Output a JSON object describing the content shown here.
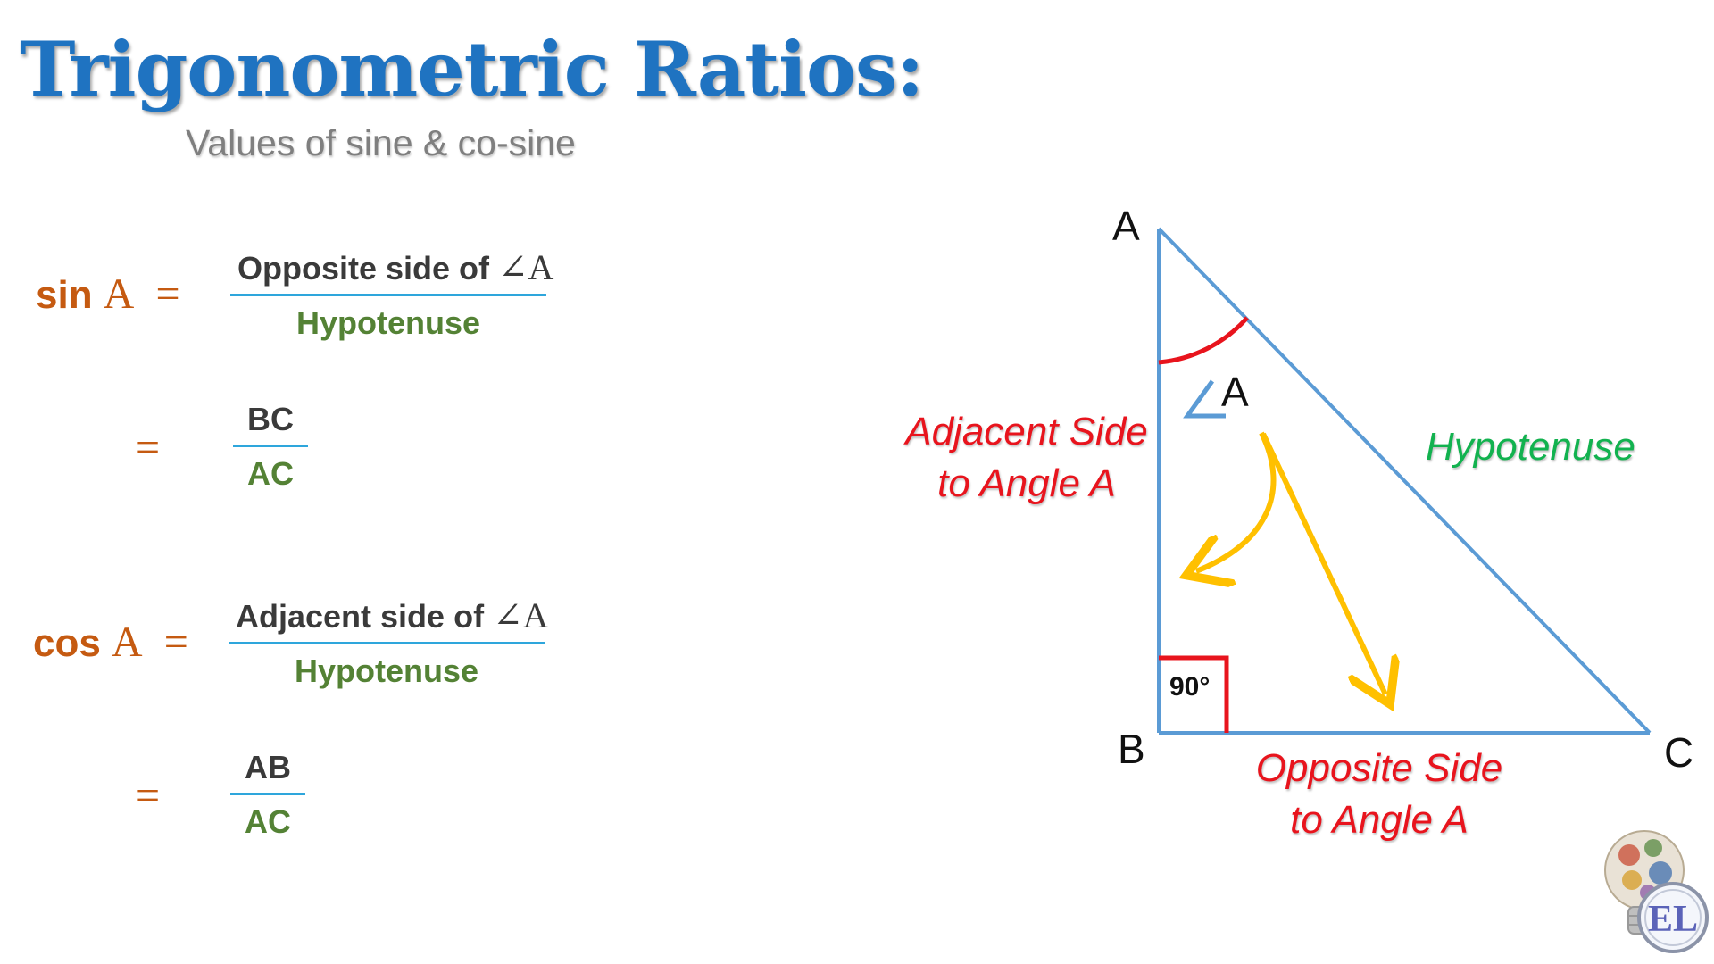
{
  "title": "Trigonometric Ratios:",
  "subtitle": "Values of sine & co-sine",
  "sin": {
    "func": "sin",
    "angle": "A",
    "equals": "=",
    "ratio1": {
      "numerator_text": "Opposite side of ",
      "numerator_angle": "∠A",
      "denominator": "Hypotenuse"
    },
    "ratio2": {
      "equals": "=",
      "numerator": "BC",
      "denominator": "AC"
    }
  },
  "cos": {
    "func": "cos",
    "angle": "A",
    "equals": "=",
    "ratio1": {
      "numerator_text": "Adjacent side of ",
      "numerator_angle": "∠A",
      "denominator": "Hypotenuse"
    },
    "ratio2": {
      "equals": "=",
      "numerator": "AB",
      "denominator": "AC"
    }
  },
  "triangle": {
    "vertex_a": "A",
    "vertex_b": "B",
    "vertex_c": "C",
    "angle_marker": "A",
    "right_angle": "90°",
    "adjacent_line1": "Adjacent Side",
    "adjacent_line2": "to Angle A",
    "hypotenuse": "Hypotenuse",
    "opposite_line1": "Opposite Side",
    "opposite_line2": "to Angle A"
  },
  "logo": {
    "text": "EL",
    "icon": "lightbulb-gears-icon"
  },
  "colors": {
    "title": "#1f73c1",
    "subtitle": "#7f7f7f",
    "function": "#c55a11",
    "fraction_bar": "#2ea6dc",
    "numerator": "#3a3a3a",
    "denominator": "#548235",
    "triangle": "#5b9bd5",
    "angle_arc": "#e8141d",
    "arrow": "#ffc000",
    "hypotenuse_label": "#12b24f",
    "side_label": "#e8141d"
  }
}
